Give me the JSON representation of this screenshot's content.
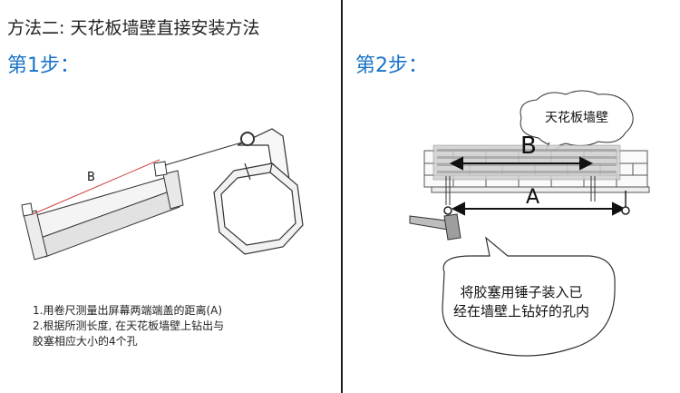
{
  "header": {
    "title": "方法二: 天花板墙壁直接安装方法"
  },
  "steps": {
    "step1_label": "第1步：",
    "step2_label": "第2步："
  },
  "step1": {
    "measure_label": "B",
    "instructions": [
      "1.用卷尺测量出屏幕两端端盖的距离(A)",
      "2.根据所测长度, 在天花板墙壁上钻出与",
      "胶塞相应大小的4个孔"
    ]
  },
  "step2": {
    "callout_label": "天花板墙壁",
    "dimension_b": "B",
    "dimension_a": "A",
    "speech_bubble": [
      "将胶塞用锤子装入已",
      "经在墙壁上钻好的孔内"
    ]
  }
}
